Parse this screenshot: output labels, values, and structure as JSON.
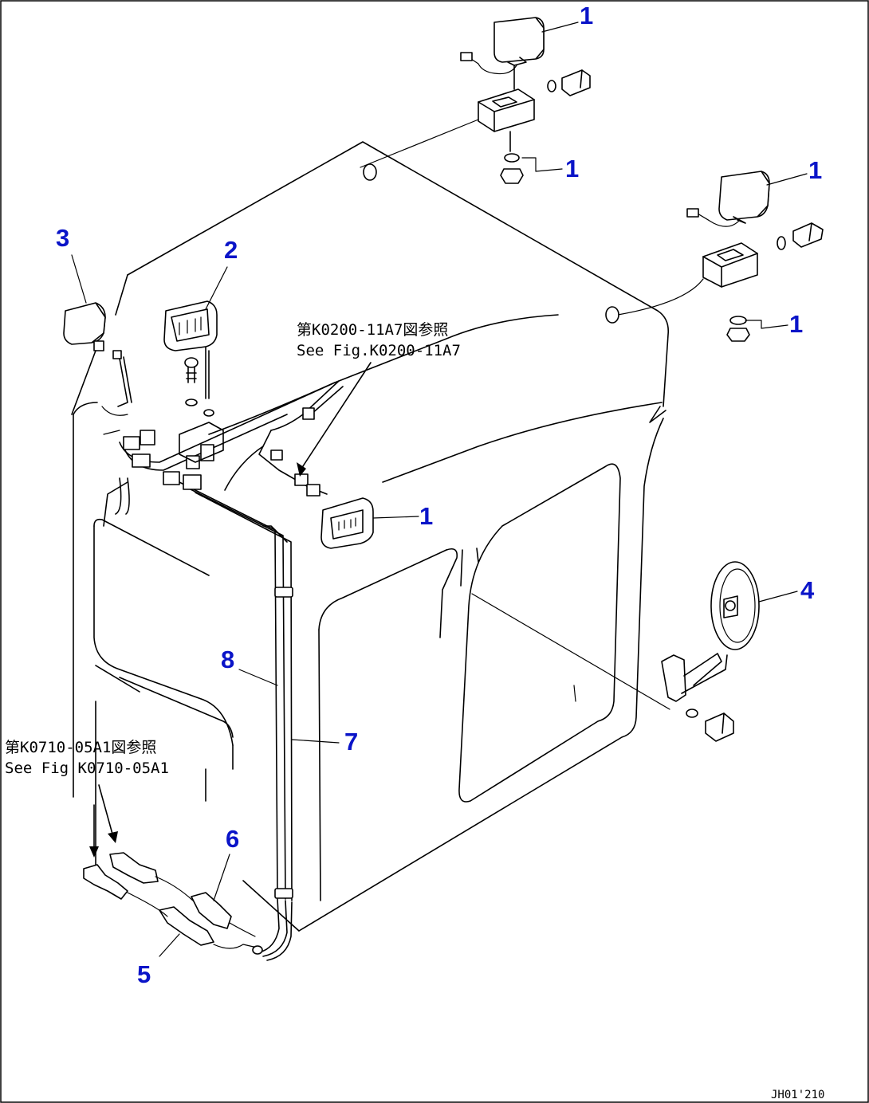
{
  "callouts": [
    {
      "id": "c1a",
      "label": "1"
    },
    {
      "id": "c1b",
      "label": "1"
    },
    {
      "id": "c1c",
      "label": "1"
    },
    {
      "id": "c1d",
      "label": "1"
    },
    {
      "id": "c1e",
      "label": "1"
    },
    {
      "id": "c2",
      "label": "2"
    },
    {
      "id": "c3",
      "label": "3"
    },
    {
      "id": "c4",
      "label": "4"
    },
    {
      "id": "c5",
      "label": "5"
    },
    {
      "id": "c6",
      "label": "6"
    },
    {
      "id": "c7",
      "label": "7"
    },
    {
      "id": "c8",
      "label": "8"
    }
  ],
  "references": {
    "top_jp": "第K0200-11A7図参照",
    "top_en": "See Fig.K0200-11A7",
    "left_jp": "第K0710-05A1図参照",
    "left_en": "See Fig K0710-05A1"
  },
  "drawing_code": "JH01'210"
}
